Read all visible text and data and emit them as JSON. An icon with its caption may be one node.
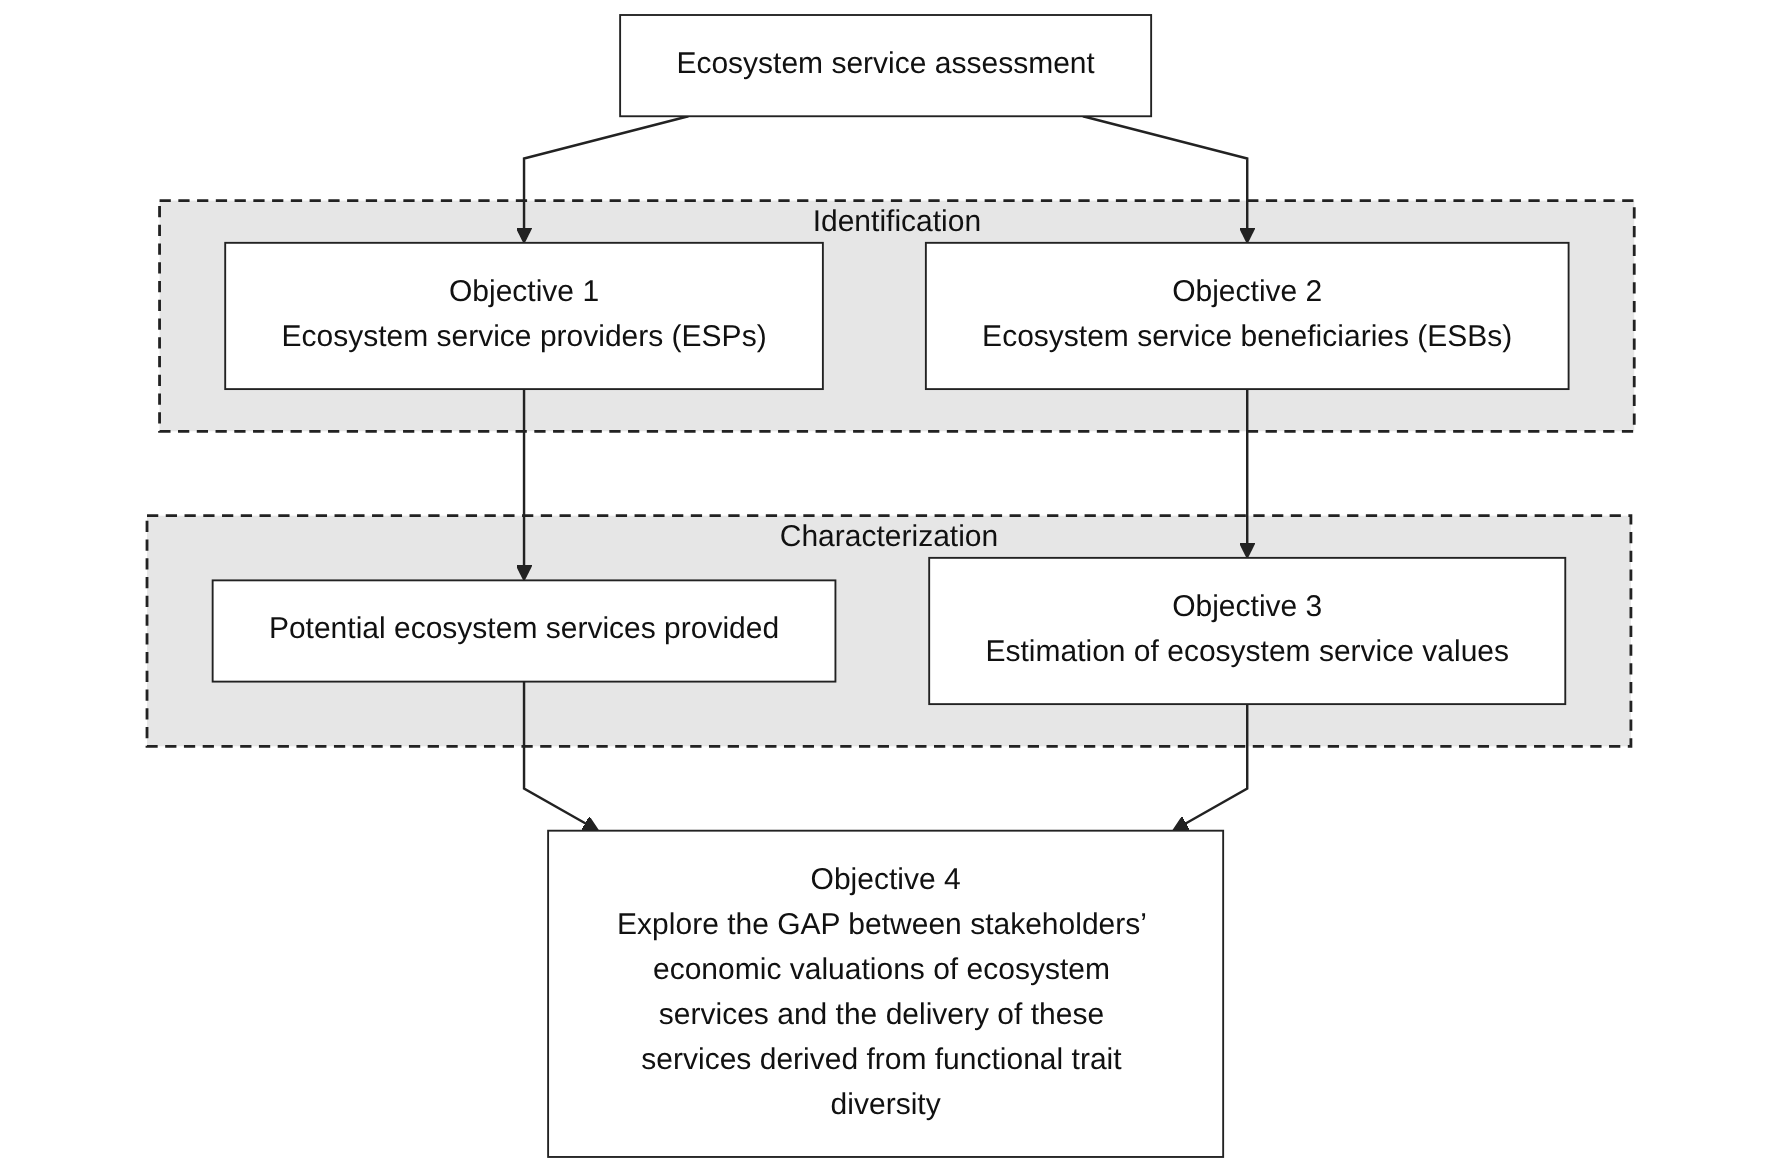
{
  "diagram": {
    "nodes": [
      {
        "text": [
          "Ecosystem service assessment"
        ]
      },
      {
        "text": [
          "Identification"
        ]
      },
      {
        "text": [
          "Objective 1",
          "Ecosystem service providers (ESPs)"
        ],
        "in": 1
      },
      {
        "text": [
          "Objective 2",
          "Ecosystem service beneficiaries (ESBs)"
        ],
        "in": 1
      },
      {
        "text": [
          "Characterization"
        ]
      },
      {
        "text": [
          "Potential ecosystem services provided"
        ],
        "in": 4
      },
      {
        "text": [
          "Objective 3",
          "Estimation of ecosystem service values"
        ],
        "in": 4
      },
      {
        "text": [
          "Objective 4",
          "Explore the GAP between stakeholders’ economic valuations of ecosystem services and the delivery of these services derived from functional trait diversity"
        ]
      }
    ],
    "edges": [
      {
        "from": 0,
        "to": 2,
        "arrow": "to"
      },
      {
        "from": 0,
        "to": 3,
        "arrow": "to"
      },
      {
        "from": 2,
        "to": 5,
        "arrow": "to"
      },
      {
        "from": 3,
        "to": 6,
        "arrow": "to"
      },
      {
        "from": 5,
        "to": 7,
        "arrow": "to"
      },
      {
        "from": 6,
        "to": 7,
        "arrow": "to"
      }
    ]
  }
}
